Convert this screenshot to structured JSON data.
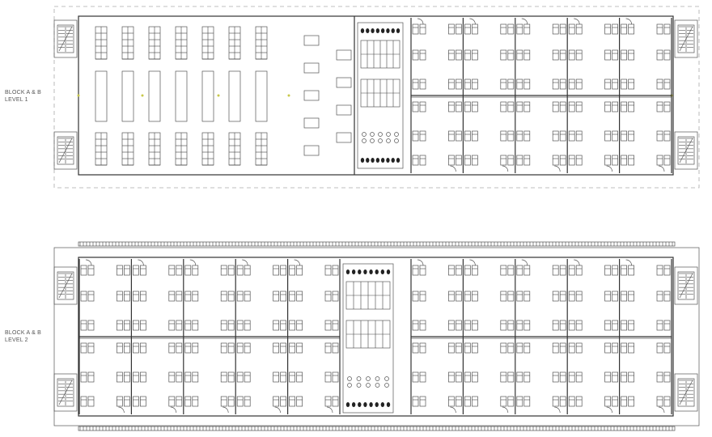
{
  "plans": [
    {
      "id": "level-1",
      "label_lines": [
        "BLOCK A & B",
        "LEVEL 1"
      ]
    },
    {
      "id": "level-2",
      "label_lines": [
        "BLOCK A & B",
        "LEVEL 2"
      ]
    }
  ]
}
